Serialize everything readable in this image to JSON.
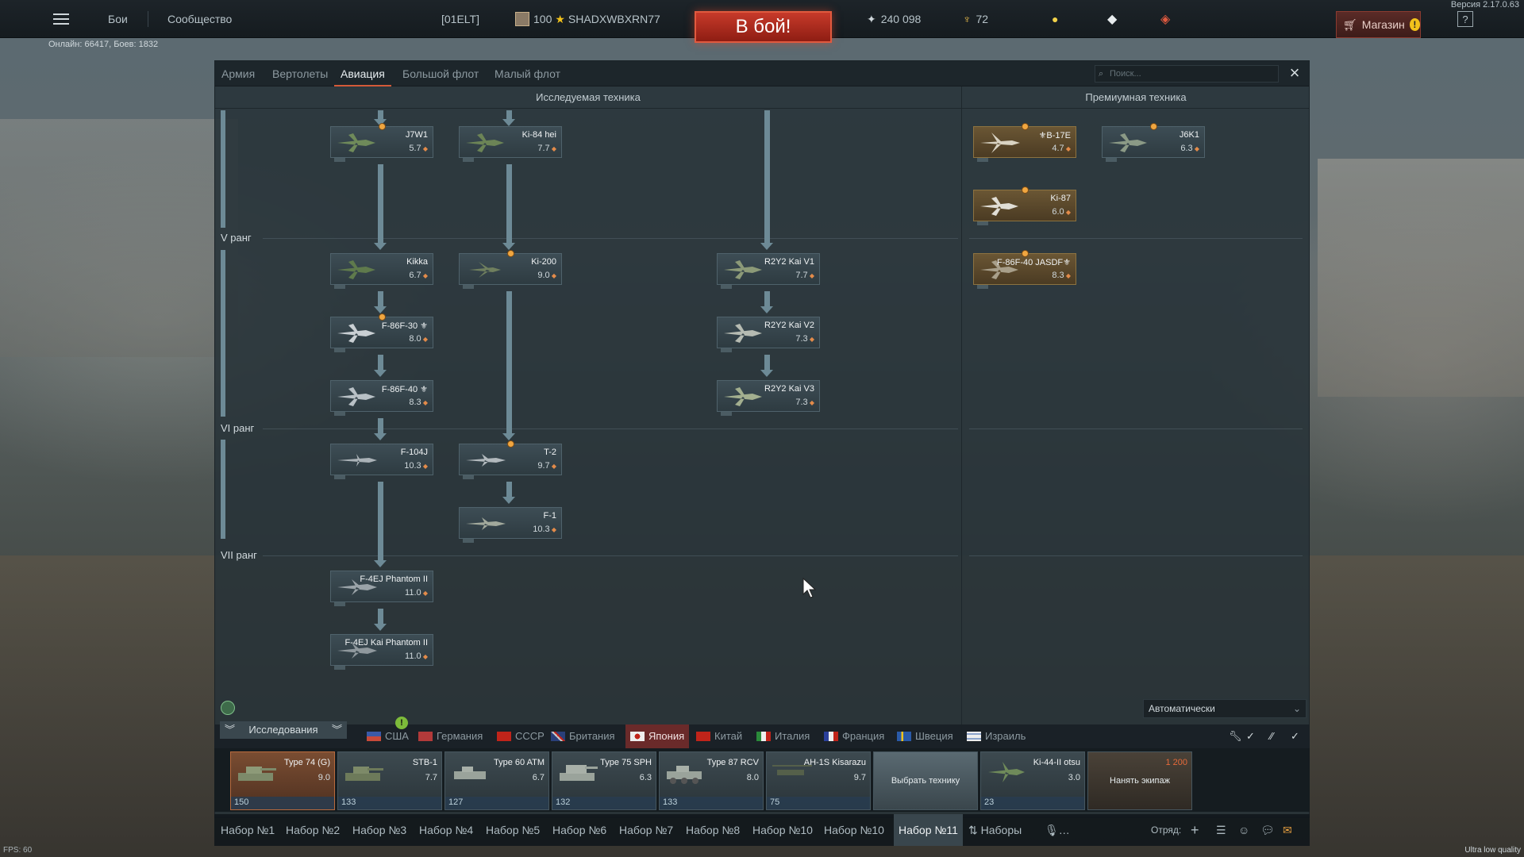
{
  "version": "Версия 2.17.0.63",
  "online": "Онлайн: 66417, Боев: 1832",
  "topbar": {
    "battles": "Бои",
    "community": "Сообщество",
    "squad_tag": "[01ELT]",
    "level": "100",
    "nickname": "SHADXWBXRN77",
    "play": "В бой!",
    "silver_lions": "240 098",
    "golden_eagles": "72",
    "shop": "Магазин",
    "help": "?"
  },
  "tabs": [
    "Армия",
    "Вертолеты",
    "Авиация",
    "Большой флот",
    "Малый флот"
  ],
  "active_tab": "Авиация",
  "search_placeholder": "Поиск...",
  "sections": {
    "research": "Исследуемая техника",
    "premium": "Премиумная техника"
  },
  "ranks": [
    "V ранг",
    "VI ранг",
    "VII ранг"
  ],
  "tree": {
    "col1": [
      {
        "name": "J7W1",
        "br": "5.7"
      },
      {
        "name": "Kikka",
        "br": "6.7"
      },
      {
        "name": "F-86F-30 ⚜",
        "br": "8.0"
      },
      {
        "name": "F-86F-40 ⚜",
        "br": "8.3"
      },
      {
        "name": "F-104J",
        "br": "10.3"
      },
      {
        "name": "F-4EJ Phantom II",
        "br": "11.0"
      },
      {
        "name": "F-4EJ Kai Phantom II",
        "br": "11.0"
      }
    ],
    "col2": [
      {
        "name": "Ki-84 hei",
        "br": "7.7"
      },
      {
        "name": "Ki-200",
        "br": "9.0"
      },
      {
        "name": "T-2",
        "br": "9.7"
      },
      {
        "name": "F-1",
        "br": "10.3"
      }
    ],
    "col3": [
      {
        "name": "R2Y2 Kai V1",
        "br": "7.7"
      },
      {
        "name": "R2Y2 Kai V2",
        "br": "7.3"
      },
      {
        "name": "R2Y2 Kai V3",
        "br": "7.3"
      }
    ],
    "premium": [
      {
        "name": "⚜B-17E",
        "br": "4.7"
      },
      {
        "name": "J6K1",
        "br": "6.3"
      },
      {
        "name": "Ki-87",
        "br": "6.0"
      },
      {
        "name": "F-86F-40 JASDF⚜",
        "br": "8.3"
      }
    ]
  },
  "auto_select": "Автоматически",
  "research_tab": "Исследования",
  "nations": [
    "США",
    "Германия",
    "СССР",
    "Британия",
    "Япония",
    "Китай",
    "Италия",
    "Франция",
    "Швеция",
    "Израиль"
  ],
  "active_nation": "Япония",
  "crew_slots": [
    {
      "name": "Type 74 (G)",
      "br": "9.0",
      "crew": "150"
    },
    {
      "name": "STB-1",
      "br": "7.7",
      "crew": "133"
    },
    {
      "name": "Type 60 ATM",
      "br": "6.7",
      "crew": "127"
    },
    {
      "name": "Type 75 SPH",
      "br": "6.3",
      "crew": "132"
    },
    {
      "name": "Type 87 RCV",
      "br": "8.0",
      "crew": "133"
    },
    {
      "name": "AH-1S Kisarazu",
      "br": "9.7",
      "crew": "75"
    },
    {
      "name": "Выбрать технику",
      "br": "",
      "crew": ""
    },
    {
      "name": "Ki-44-II otsu",
      "br": "3.0",
      "crew": "23"
    },
    {
      "name": "Нанять экипаж",
      "br": "1 200",
      "crew": ""
    }
  ],
  "presets": [
    "Набор №1",
    "Набор №2",
    "Набор №3",
    "Набор №4",
    "Набор №5",
    "Набор №6",
    "Набор №7",
    "Набор №8",
    "Набор №10",
    "Набор №10",
    "Набор №11",
    "Наборы"
  ],
  "squad_label": "Отряд:",
  "fps": "FPS: 60",
  "quality": "Ultra low quality"
}
